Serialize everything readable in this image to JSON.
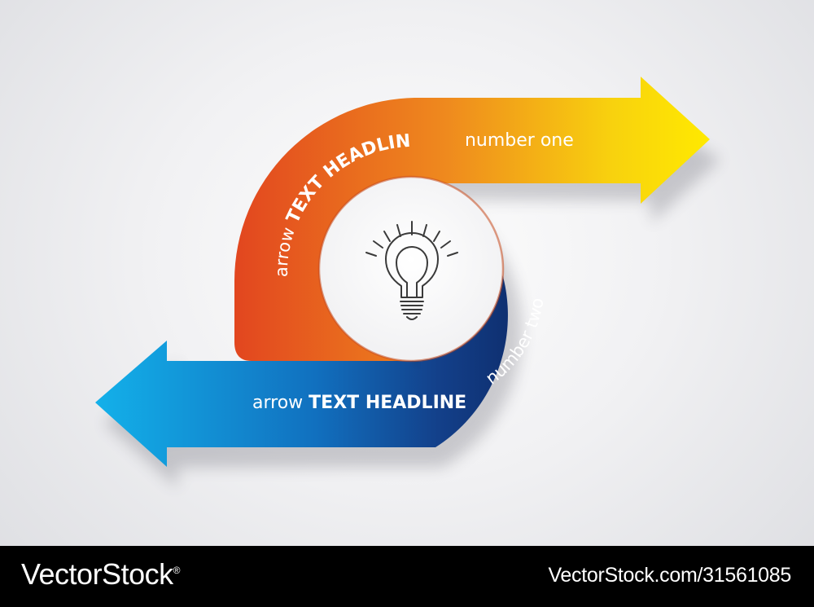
{
  "arrow_one": {
    "prefix": "arrow ",
    "headline": "TEXT HEADLINE",
    "suffix": " number one",
    "gradient": [
      "#e2461f",
      "#ef8a1e",
      "#f8d20e",
      "#ffe900"
    ]
  },
  "arrow_two": {
    "prefix": "arrow ",
    "headline": "TEXT HEADLINE",
    "suffix": " number two",
    "gradient": [
      "#0a1e55",
      "#13408a",
      "#1170bf",
      "#13b1ea"
    ]
  },
  "center_icon": "lightbulb-icon",
  "footer": {
    "brand": "VectorStock",
    "registered": "®",
    "image_id": "VectorStock.com/31561085"
  }
}
